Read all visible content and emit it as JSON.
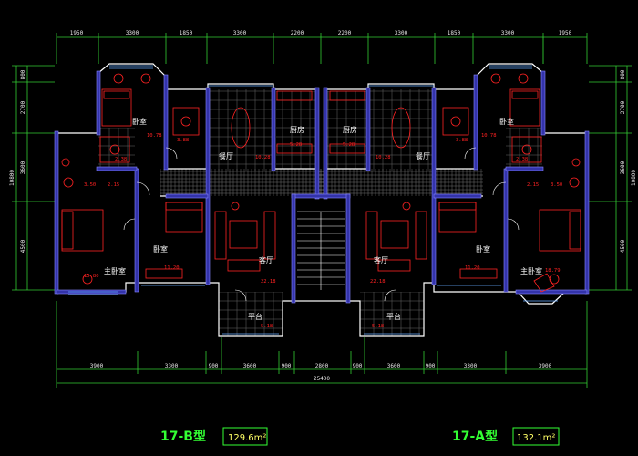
{
  "plan": {
    "top_dims": [
      "1950",
      "3300",
      "1850",
      "3300",
      "2200",
      "2200",
      "3300",
      "1850",
      "3300",
      "1950"
    ],
    "bottom_dims": [
      "3900",
      "3300",
      "900",
      "3600",
      "900",
      "2800",
      "900",
      "3600",
      "900",
      "3300",
      "3900"
    ],
    "total_width": "25400",
    "left_dims": [
      "800",
      "2700",
      "3600",
      "4500"
    ],
    "left_total": "10800",
    "right_dims": [
      "800",
      "2700",
      "3600",
      "4500"
    ],
    "right_total": "10800",
    "rooms": {
      "bedroom_left_top": "卧室",
      "bedroom_right_top": "卧室",
      "dining_left": "餐厅",
      "dining_right": "餐厅",
      "kitchen_left": "厨房",
      "kitchen_right": "厨房",
      "bedroom_left_mid": "卧室",
      "bedroom_right_mid": "卧室",
      "living_left": "客厅",
      "living_right": "客厅",
      "master_left": "主卧室",
      "master_right": "主卧室",
      "balcony_left": "平台",
      "balcony_right": "平台"
    },
    "areas": {
      "bedroom_left_top": "10.78",
      "bedroom_right_top": "10.78",
      "bedroom_left_mid": "11.20",
      "bedroom_right_mid": "11.20",
      "master_left": "15.80",
      "master_right": "18.79",
      "living_left": "22.18",
      "living_right": "22.18",
      "dining_left": "10.28",
      "dining_right": "10.28",
      "kitchen_left": "5.28",
      "kitchen_right": "5.28",
      "bath_left": "3.88",
      "bath_right": "3.88",
      "wc_left": "2.38",
      "wc_right": "2.38",
      "hall_left": "2.15",
      "hall_right": "2.15",
      "store_left": "3.50",
      "store_right": "3.50",
      "balcony_left": "5.18",
      "balcony_right": "5.18"
    }
  },
  "types": {
    "left_name": "17-B型",
    "left_area": "129.6m²",
    "right_name": "17-A型",
    "right_area": "132.1m²"
  },
  "colors": {
    "background": "#000000",
    "wall": "#ffffff",
    "wall_fill": "#3333aa",
    "window_line": "#66aaff",
    "dim_line": "#33cc33",
    "furniture": "#ff2222",
    "area_text": "#ff2222",
    "type_text": "#33ff33",
    "floor_tile": "#777777"
  }
}
